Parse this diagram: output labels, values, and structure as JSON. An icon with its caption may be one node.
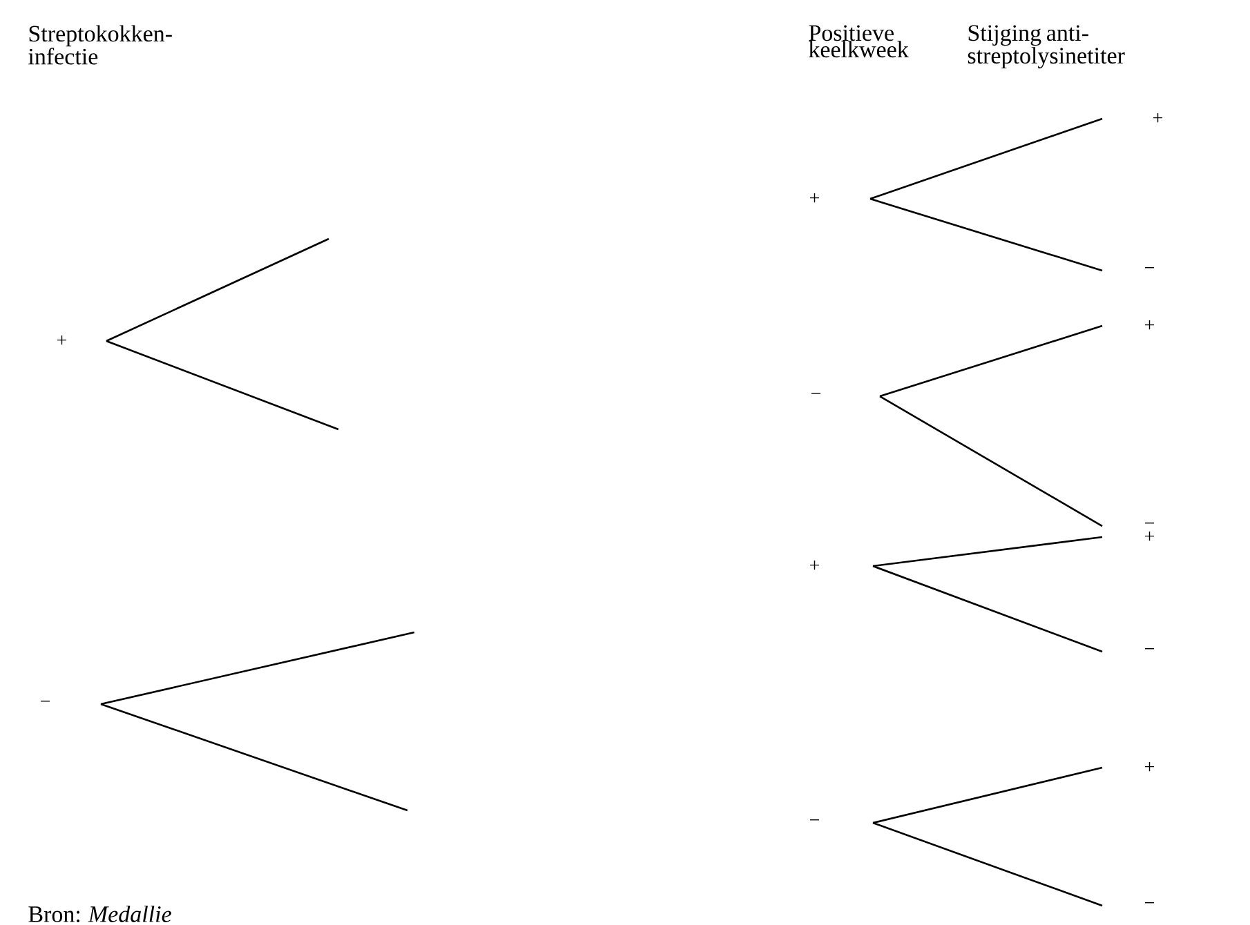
{
  "diagram": {
    "nodes": [
      {
        "text": [
          "+"
        ]
      },
      {
        "text": [
          "−"
        ]
      },
      {
        "text": [
          "+"
        ]
      },
      {
        "text": [
          "−"
        ]
      },
      {
        "text": [
          "+"
        ]
      },
      {
        "text": [
          "−"
        ]
      },
      {
        "text": [
          "+"
        ]
      },
      {
        "text": [
          "−"
        ]
      },
      {
        "text": [
          "+"
        ]
      },
      {
        "text": [
          "−"
        ]
      },
      {
        "text": [
          "+"
        ]
      },
      {
        "text": [
          "−"
        ]
      },
      {
        "text": [
          "+"
        ]
      },
      {
        "text": [
          "−"
        ]
      }
    ],
    "edges": [
      {
        "from": 0,
        "to": null,
        "arrow": "none"
      },
      {
        "from": 0,
        "to": null,
        "arrow": "none"
      },
      {
        "from": 1,
        "to": null,
        "arrow": "none"
      },
      {
        "from": 1,
        "to": null,
        "arrow": "none"
      },
      {
        "from": 2,
        "to": 6,
        "arrow": "none"
      },
      {
        "from": 2,
        "to": 7,
        "arrow": "none"
      },
      {
        "from": 3,
        "to": 8,
        "arrow": "none"
      },
      {
        "from": 3,
        "to": 9,
        "arrow": "none"
      },
      {
        "from": 4,
        "to": 10,
        "arrow": "none"
      },
      {
        "from": 4,
        "to": 11,
        "arrow": "none"
      },
      {
        "from": 5,
        "to": 12,
        "arrow": "none"
      },
      {
        "from": 5,
        "to": 13,
        "arrow": "none"
      }
    ],
    "labels": [
      "Streptokokken- infectie",
      "Positieve keelkweek",
      "Stijging anti- streptolysinetiter",
      "Bron: *Medallie*"
    ]
  }
}
